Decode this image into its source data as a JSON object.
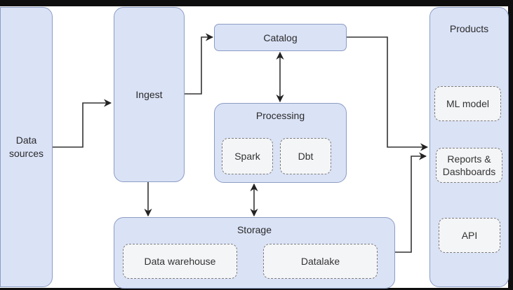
{
  "diagram": {
    "nodes": {
      "data_sources": {
        "label_line1": "Data",
        "label_line2": "sources"
      },
      "ingest": {
        "label": "Ingest"
      },
      "catalog": {
        "label": "Catalog"
      },
      "processing": {
        "label": "Processing",
        "children": [
          "Spark",
          "Dbt"
        ]
      },
      "storage": {
        "label": "Storage",
        "children": [
          "Data warehouse",
          "Datalake"
        ]
      },
      "products": {
        "label": "Products",
        "children": [
          "ML model",
          "Reports & Dashboards",
          "API"
        ],
        "reports_line1": "Reports &",
        "reports_line2": "Dashboards"
      }
    },
    "edges": [
      {
        "from": "Data sources",
        "to": "Ingest",
        "type": "directed"
      },
      {
        "from": "Ingest",
        "to": "Catalog",
        "type": "directed"
      },
      {
        "from": "Ingest",
        "to": "Storage",
        "type": "directed"
      },
      {
        "from": "Catalog",
        "to": "Processing",
        "type": "bidirectional"
      },
      {
        "from": "Processing",
        "to": "Storage",
        "type": "bidirectional"
      },
      {
        "from": "Catalog",
        "to": "Products",
        "type": "directed"
      },
      {
        "from": "Storage",
        "to": "Products",
        "type": "directed"
      }
    ],
    "colors": {
      "node_fill": "#dae2f6",
      "node_border": "#8b9dc3",
      "sub_fill": "#f4f5f7",
      "edge": "#222222"
    }
  }
}
